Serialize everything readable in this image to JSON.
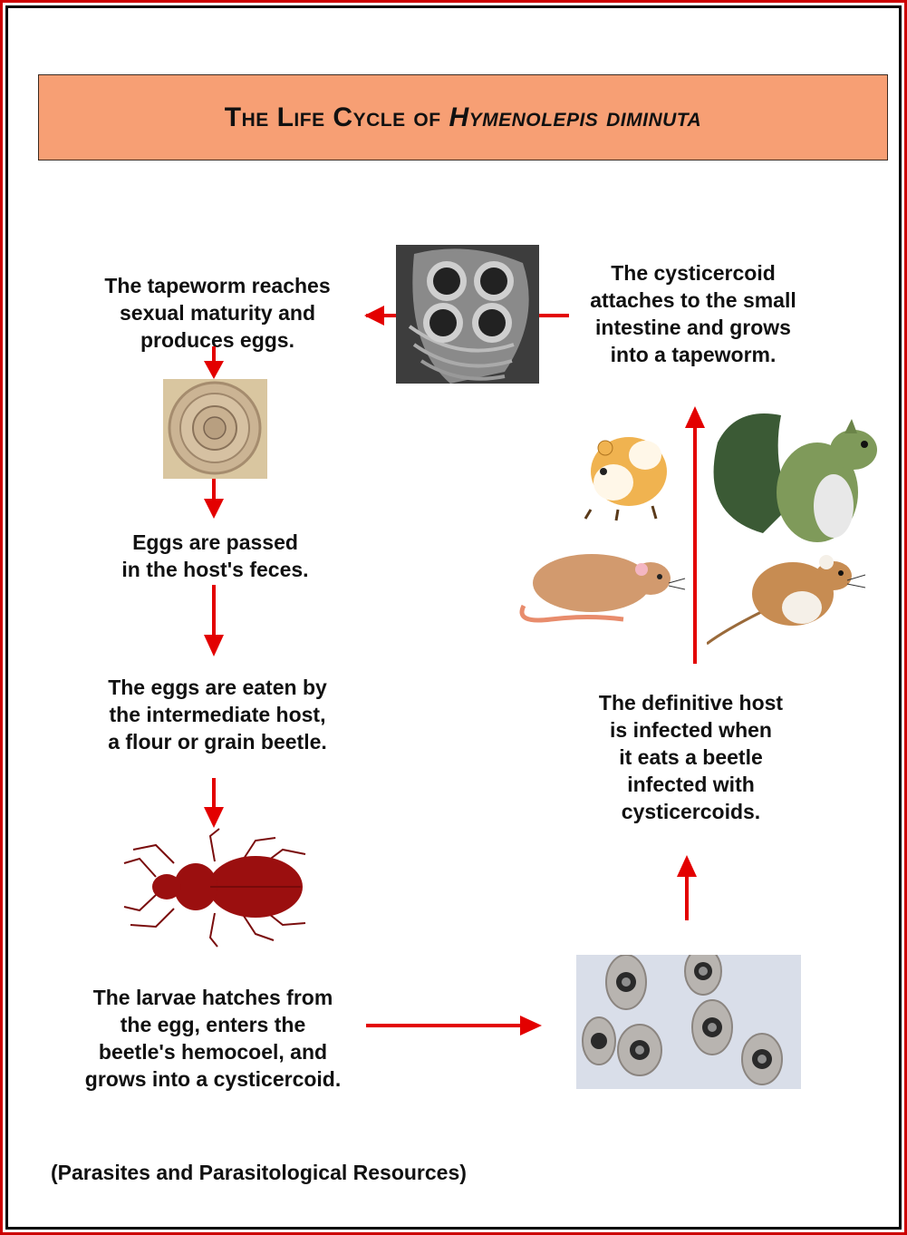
{
  "title": {
    "prefix": "The Life Cycle of",
    "species": "Hymenolepis diminuta"
  },
  "steps": {
    "maturity": [
      "The tapeworm reaches",
      "sexual maturity and",
      "produces eggs."
    ],
    "cysticercoid_attach": [
      "The cysticercoid",
      "attaches to the small",
      "intestine and grows",
      "into a tapeworm."
    ],
    "eggs_passed": [
      "Eggs are passed",
      "in the host's feces."
    ],
    "eggs_eaten": [
      "The eggs are eaten by",
      "the intermediate host,",
      "a flour or grain beetle."
    ],
    "definitive_host": [
      "The definitive host",
      "is infected when",
      "it eats a beetle",
      "infected with",
      "cysticercoids."
    ],
    "larvae_hatch": [
      "The larvae hatches from",
      "the egg, enters the",
      "beetle's hemocoel, and",
      "grows into a cysticercoid."
    ]
  },
  "credit": "(Parasites and Parasitological Resources)",
  "colors": {
    "arrow": "#e30000",
    "title_bg": "#f79f74",
    "beetle": "#9b0f0f",
    "frame": "#cc0000"
  }
}
